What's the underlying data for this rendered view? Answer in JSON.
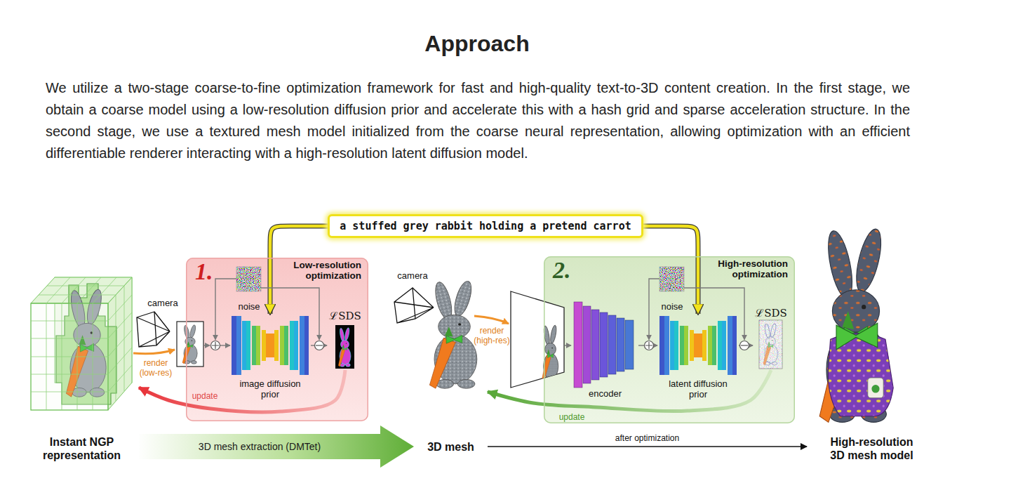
{
  "diagram": {
    "title": "Approach",
    "caption": "We utilize a two-stage coarse-to-fine optimization framework for fast and high-quality text-to-3D content creation. In the first stage, we obtain a coarse model using a low-resolution diffusion prior and accelerate this with a hash grid and sparse acceleration structure. In the second stage, we use a textured mesh model initialized from the coarse neural representation, allowing optimization with an efficient differentiable renderer interacting with a high-resolution latent diffusion model.",
    "nodes": [
      {
        "text": [
          "a stuffed grey rabbit holding a pretend carrot"
        ]
      },
      {
        "text": [
          "1.",
          "Low-resolution optimization"
        ]
      },
      {
        "text": [
          "noise"
        ],
        "in": 1
      },
      {
        "text": [
          "image diffusion prior"
        ],
        "in": 1
      },
      {
        "text": [
          "ℒSDS"
        ],
        "in": 1
      },
      {
        "text": [
          "2.",
          "High-resolution optimization"
        ]
      },
      {
        "text": [
          "noise"
        ],
        "in": 5
      },
      {
        "text": [
          "encoder"
        ],
        "in": 5
      },
      {
        "text": [
          "latent diffusion prior"
        ],
        "in": 5
      },
      {
        "text": [
          "ℒSDS"
        ],
        "in": 5
      },
      {
        "text": [
          "Instant NGP representation"
        ]
      },
      {
        "text": [
          "3D mesh"
        ]
      },
      {
        "text": [
          "High-resolution 3D mesh model"
        ]
      }
    ],
    "edges": [
      {
        "from": 0,
        "to": 3,
        "arrow": "to"
      },
      {
        "from": 0,
        "to": 8,
        "arrow": "to"
      },
      {
        "from": 3,
        "to": 4,
        "arrow": "to"
      },
      {
        "from": 4,
        "to": 10,
        "label": "update",
        "arrow": "to"
      },
      {
        "from": 7,
        "to": 8,
        "arrow": "to"
      },
      {
        "from": 8,
        "to": 9,
        "arrow": "to"
      },
      {
        "from": 9,
        "to": 11,
        "label": "update",
        "arrow": "to"
      },
      {
        "from": 10,
        "to": 11,
        "label": "3D mesh extraction (DMTet)",
        "arrow": "to"
      },
      {
        "from": 11,
        "to": 12,
        "label": "after optimization",
        "arrow": "to"
      }
    ],
    "labels": [
      "camera",
      "render (low-res)",
      "camera",
      "render (high-res)"
    ]
  }
}
